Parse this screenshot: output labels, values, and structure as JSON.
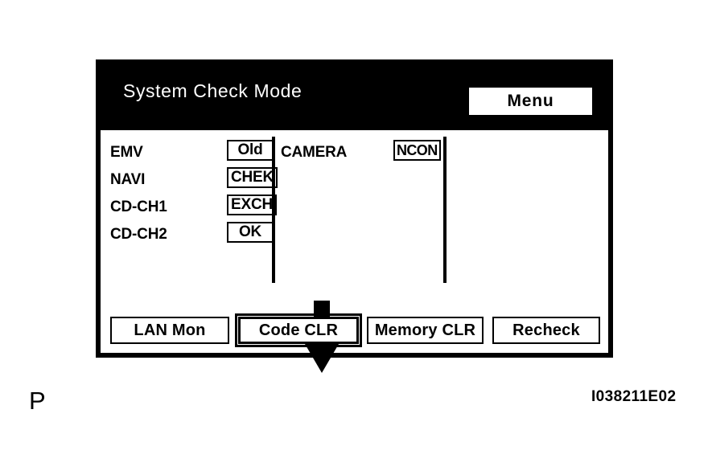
{
  "screen": {
    "title": "System Check Mode",
    "menu_button_label": "Menu"
  },
  "status_list": [
    {
      "label": "EMV",
      "value": "Old"
    },
    {
      "label": "NAVI",
      "value": "CHEK"
    },
    {
      "label": "CD-CH1",
      "value": "EXCH"
    },
    {
      "label": "CD-CH2",
      "value": "OK"
    }
  ],
  "camera": {
    "label": "CAMERA",
    "value": "NCON"
  },
  "arrow": {
    "icon": "arrow-down-icon",
    "direction": "down"
  },
  "bottom_buttons": [
    {
      "label": "LAN Mon",
      "selected": false
    },
    {
      "label": "Code CLR",
      "selected": true
    },
    {
      "label": "Memory CLR",
      "selected": false
    },
    {
      "label": "Recheck",
      "selected": false
    }
  ],
  "caption": {
    "letter": "P",
    "figure_code": "I038211E02"
  },
  "colors": {
    "header_background": "#000000",
    "header_text": "#ffffff",
    "panel_background": "#ffffff",
    "panel_border": "#000000",
    "body_text": "#000000",
    "page_background": "#ffffff"
  }
}
